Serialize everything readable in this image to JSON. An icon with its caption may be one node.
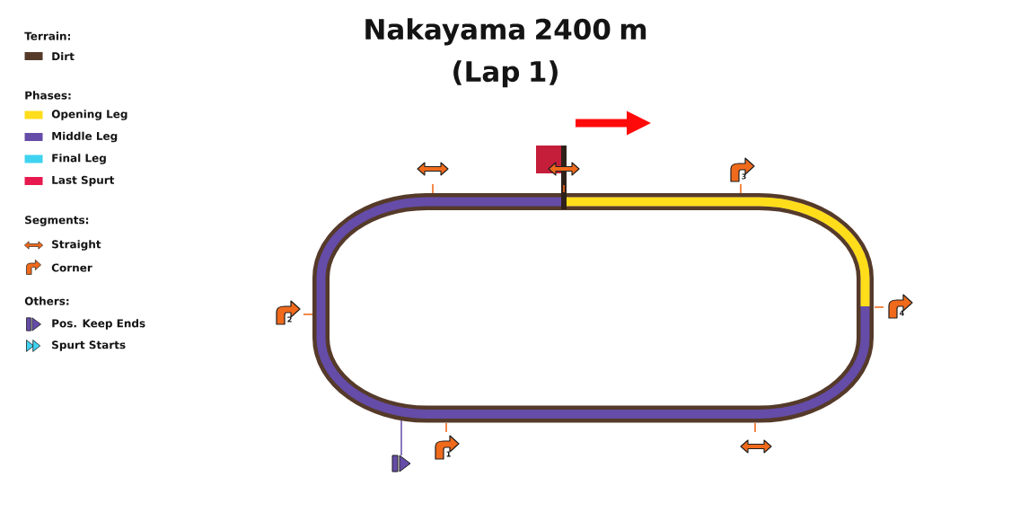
{
  "diagram": {
    "title": "Nakayama 2400 m (Lap 1)",
    "labels": [
      "Terrain:",
      "Phases:",
      "Segments:",
      "Others:",
      "3",
      "2",
      "4",
      "1"
    ],
    "legend": [
      {
        "text": "Dirt",
        "color": "#553a2a"
      },
      {
        "text": "Opening Leg",
        "color": "#ffdd1a"
      },
      {
        "text": "Middle Leg",
        "color": "#654ca8"
      },
      {
        "text": "Final Leg",
        "color": "#3fd3f1"
      },
      {
        "text": "Last Spurt",
        "color": "#e8194f"
      },
      {
        "text": "Straight"
      },
      {
        "text": "Corner"
      },
      {
        "text": "Pos. Keep Ends"
      },
      {
        "text": "Spurt Starts"
      }
    ]
  }
}
